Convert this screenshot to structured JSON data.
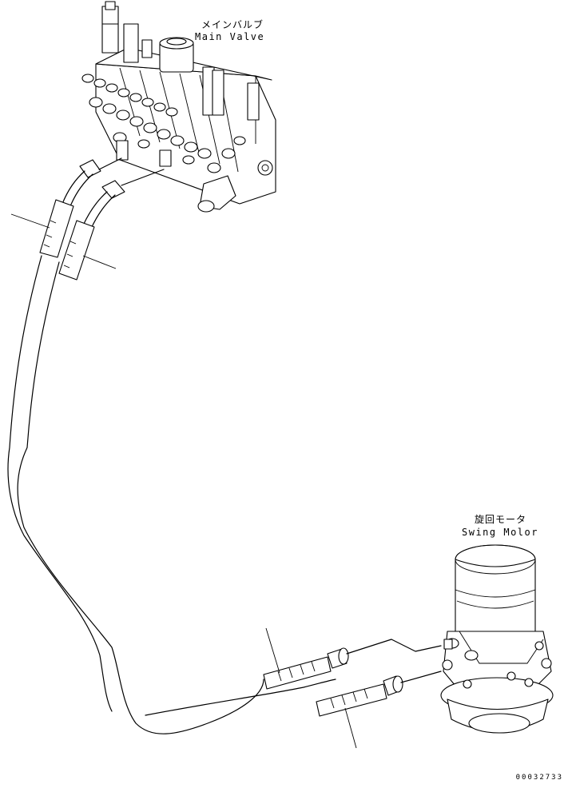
{
  "labels": {
    "main_valve_jp": "メインバルブ",
    "main_valve_en": "Main Valve",
    "swing_motor_jp": "旋回モータ",
    "swing_motor_en": "Swing Molor"
  },
  "document_number": "00032733"
}
